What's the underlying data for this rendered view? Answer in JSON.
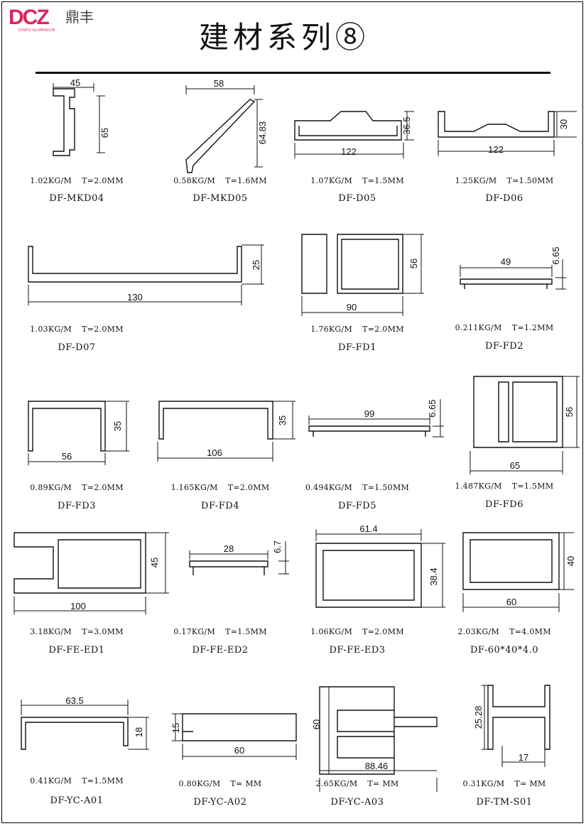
{
  "logo": {
    "mark": "DCZ",
    "cn": "鼎丰",
    "en": "DINFU ALUMINIUM"
  },
  "title": "建材系列⑧",
  "items": [
    {
      "code": "DF-MKD04",
      "weight": "1.02KG/M",
      "thick": "T=2.0MM",
      "dims": [
        "45",
        "65"
      ]
    },
    {
      "code": "DF-MKD05",
      "weight": "0.58KG/M",
      "thick": "T=1.6MM",
      "dims": [
        "58",
        "64.83"
      ]
    },
    {
      "code": "DF-D05",
      "weight": "1.07KG/M",
      "thick": "T=1.5MM",
      "dims": [
        "122",
        "36.5"
      ]
    },
    {
      "code": "DF-D06",
      "weight": "1.25KG/M",
      "thick": "T=1.50MM",
      "dims": [
        "122",
        "30"
      ]
    },
    {
      "code": "DF-D07",
      "weight": "1.03KG/M",
      "thick": "T=2.0MM",
      "dims": [
        "130",
        "25"
      ]
    },
    {
      "code": "DF-FD1",
      "weight": "1.76KG/M",
      "thick": "T=2.0MM",
      "dims": [
        "90",
        "56"
      ]
    },
    {
      "code": "DF-FD2",
      "weight": "0.211KG/M",
      "thick": "T=1.2MM",
      "dims": [
        "49",
        "6.65"
      ]
    },
    {
      "code": "DF-FD3",
      "weight": "0.89KG/M",
      "thick": "T=2.0MM",
      "dims": [
        "56",
        "35"
      ]
    },
    {
      "code": "DF-FD4",
      "weight": "1.165KG/M",
      "thick": "T=2.0MM",
      "dims": [
        "106",
        "35"
      ]
    },
    {
      "code": "DF-FD5",
      "weight": "0.494KG/M",
      "thick": "T=1.50MM",
      "dims": [
        "99",
        "6.65"
      ]
    },
    {
      "code": "DF-FD6",
      "weight": "1.487KG/M",
      "thick": "T=1.5MM",
      "dims": [
        "65",
        "56"
      ]
    },
    {
      "code": "DF-FE-ED1",
      "weight": "3.18KG/M",
      "thick": "T=3.0MM",
      "dims": [
        "100",
        "45"
      ]
    },
    {
      "code": "DF-FE-ED2",
      "weight": "0.17KG/M",
      "thick": "T=1.5MM",
      "dims": [
        "28",
        "6.7"
      ]
    },
    {
      "code": "DF-FE-ED3",
      "weight": "1.06KG/M",
      "thick": "T=2.0MM",
      "dims": [
        "61.4",
        "38.4"
      ]
    },
    {
      "code": "DF-60*40*4.0",
      "weight": "2.03KG/M",
      "thick": "T=4.0MM",
      "dims": [
        "60",
        "40"
      ]
    },
    {
      "code": "DF-YC-A01",
      "weight": "0.41KG/M",
      "thick": "T=1.5MM",
      "dims": [
        "63.5",
        "18"
      ]
    },
    {
      "code": "DF-YC-A02",
      "weight": "0.80KG/M",
      "thick": "T=   MM",
      "dims": [
        "60",
        "15"
      ]
    },
    {
      "code": "DF-YC-A03",
      "weight": "2.65KG/M",
      "thick": "T=   MM",
      "dims": [
        "88.46",
        "60"
      ]
    },
    {
      "code": "DF-TM-S01",
      "weight": "0.31KG/M",
      "thick": "T=   MM",
      "dims": [
        "17",
        "25.28"
      ]
    }
  ]
}
